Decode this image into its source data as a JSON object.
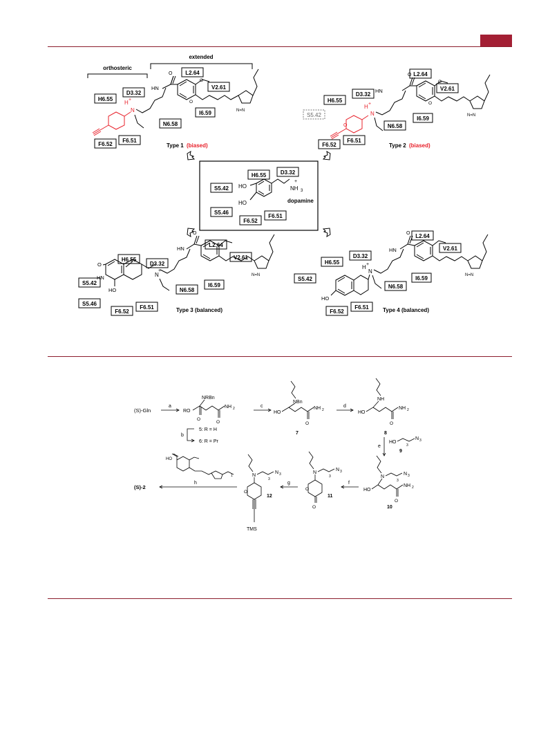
{
  "fig1": {
    "region_orthosteric": "orthosteric",
    "region_extended": "extended",
    "center_label": "dopamine",
    "nh3": "NH",
    "nh3_sub": "3",
    "plus": "+",
    "ho": "HO",
    "hn": "HN",
    "o": "O",
    "type1": {
      "name": "Type 1",
      "tag": "(biased)"
    },
    "type2": {
      "name": "Type 2",
      "tag": "(biased)"
    },
    "type3": {
      "name": "Type 3 (balanced)"
    },
    "type4": {
      "name": "Type 4 (balanced)"
    },
    "residues": {
      "h655": "H6.55",
      "d332": "D3.32",
      "l264": "L2.64",
      "v261": "V2.61",
      "f652": "F6.52",
      "f651": "F6.51",
      "n658": "N6.58",
      "i659": "I6.59",
      "s542": "S5.42",
      "s546": "S5.46"
    }
  },
  "scheme": {
    "start": "(S)-Gln",
    "product": "(S)-2",
    "steps": {
      "a": "a",
      "b": "b",
      "c": "c",
      "d": "d",
      "e": "e",
      "f": "f",
      "g": "g",
      "h": "h"
    },
    "cmpd5": "5: R = H",
    "cmpd6": "6: R = Pr",
    "labels": {
      "c7": "7",
      "c8": "8",
      "c9": "9",
      "c10": "10",
      "c11": "11",
      "c12": "12"
    },
    "nrbn": "NRBn",
    "nbn": "NBn",
    "ro": "RO",
    "ho": "HO",
    "nh": "NH",
    "n": "N",
    "o": "O",
    "nh2": "NH",
    "sub2": "2",
    "n3": "N",
    "sub3": "3",
    "tms": "TMS",
    "accent_color": "#a31f34",
    "highlight_color": "#e8202a"
  }
}
